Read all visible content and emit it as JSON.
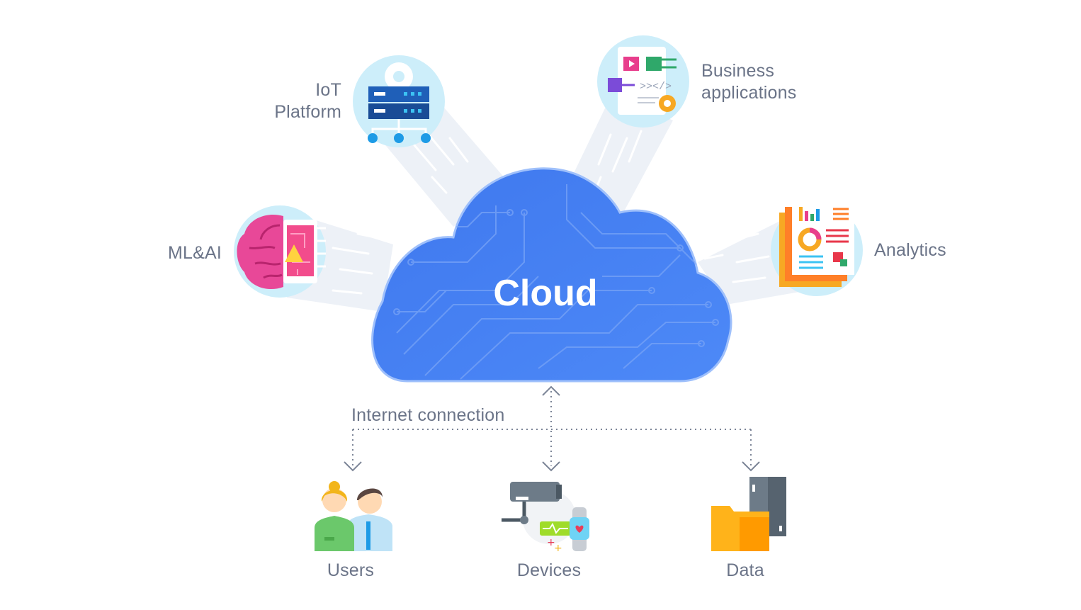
{
  "diagram": {
    "center": {
      "label": "Cloud"
    },
    "services": {
      "iot": {
        "line1": "IoT",
        "line2": "Platform",
        "icon": "server-gear-icon"
      },
      "business": {
        "line1": "Business",
        "line2": "applications",
        "icon": "app-code-icon"
      },
      "ml": {
        "label": "ML&AI",
        "icon": "brain-chip-icon"
      },
      "analytics": {
        "label": "Analytics",
        "icon": "report-chart-icon"
      }
    },
    "connection": {
      "label": "Internet connection"
    },
    "endpoints": {
      "users": {
        "label": "Users",
        "icon": "users-icon"
      },
      "devices": {
        "label": "Devices",
        "icon": "camera-watch-icon"
      },
      "data": {
        "label": "Data",
        "icon": "folder-server-icon"
      }
    },
    "colors": {
      "cloud": "#4680f2",
      "beam": "#e9eef6",
      "circle": "#cdeefa",
      "text": "#6b7488",
      "dotted_line": "#7c8597"
    }
  }
}
